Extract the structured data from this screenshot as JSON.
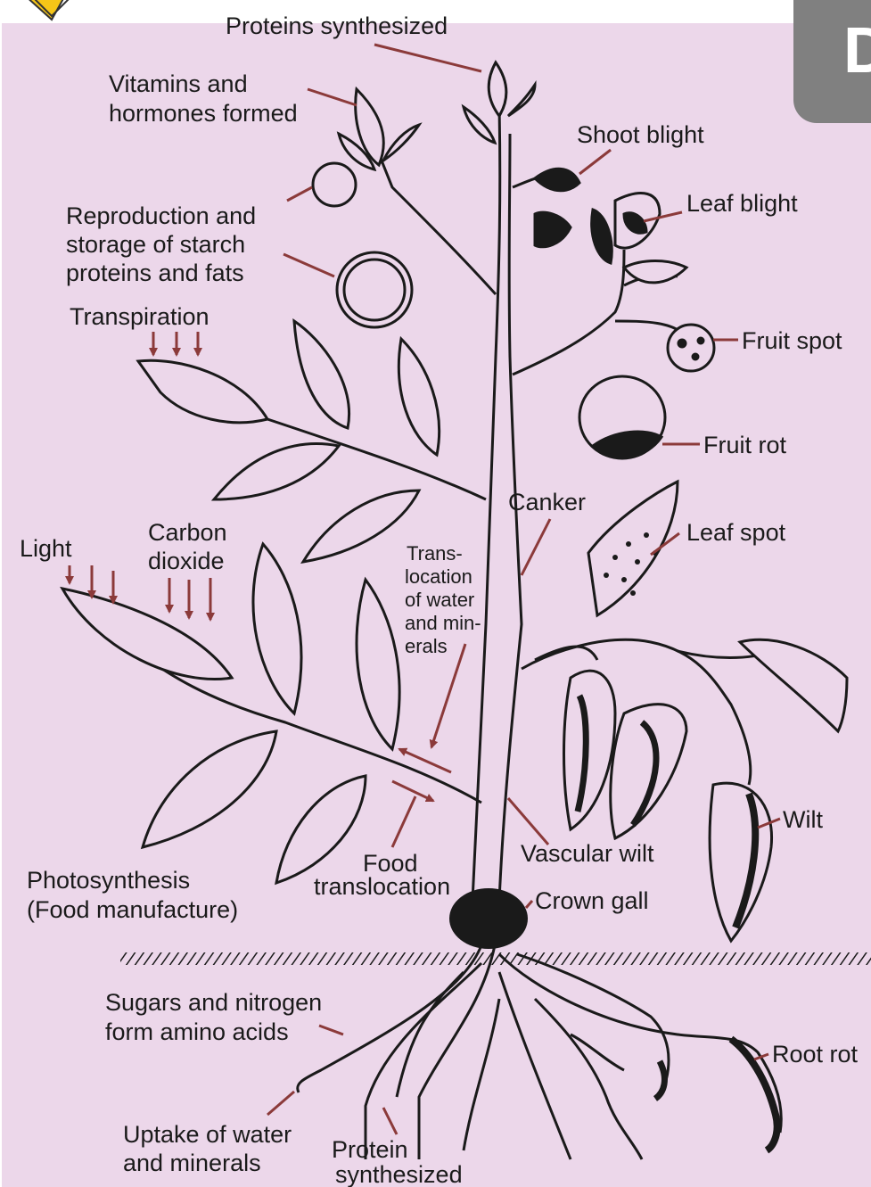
{
  "corner": {
    "letter": "D"
  },
  "labels": {
    "proteins_synthesized": "Proteins synthesized",
    "vitamins_1": "Vitamins and",
    "vitamins_2": "hormones formed",
    "reproduction_1": "Reproduction and",
    "reproduction_2": "storage of starch",
    "reproduction_3": "proteins and fats",
    "transpiration": "Transpiration",
    "light": "Light",
    "carbon_1": "Carbon",
    "carbon_2": "dioxide",
    "photosynthesis_1": "Photosynthesis",
    "photosynthesis_2": "(Food manufacture)",
    "trans_1": "Trans-",
    "trans_2": "location",
    "trans_3": "of water",
    "trans_4": "and min-",
    "trans_5": "erals",
    "food_1": "Food",
    "food_2": "translocation",
    "sugars_1": "Sugars and nitrogen",
    "sugars_2": "form amino acids",
    "uptake_1": "Uptake of water",
    "uptake_2": "and minerals",
    "protein_root_1": "Protein",
    "protein_root_2": "synthesized",
    "shoot_blight": "Shoot blight",
    "leaf_blight": "Leaf blight",
    "fruit_spot": "Fruit spot",
    "fruit_rot": "Fruit rot",
    "canker": "Canker",
    "leaf_spot": "Leaf spot",
    "wilt": "Wilt",
    "vascular_wilt": "Vascular wilt",
    "crown_gall": "Crown gall",
    "root_rot": "Root rot"
  },
  "colors": {
    "background": "#ecd7ea",
    "arrow": "#8b3a3a",
    "ink": "#1a1a1a",
    "badge": "#f5c518",
    "corner_button": "#808080"
  }
}
